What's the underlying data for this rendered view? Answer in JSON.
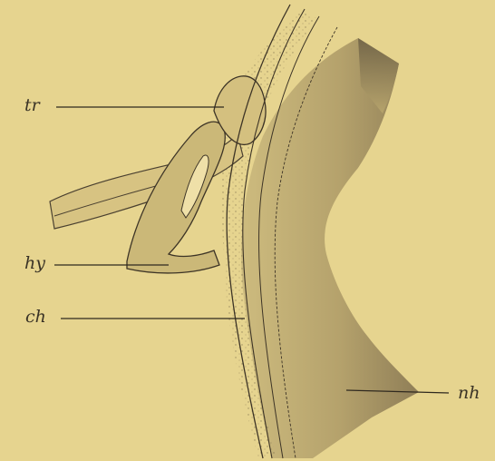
{
  "figure": {
    "labels": {
      "tr": "tr",
      "hy": "hy",
      "ch": "ch",
      "nh": "nh"
    },
    "colors": {
      "paper": "#e6d48f",
      "ink": "#3a3326",
      "tissue_dark": "#8a7a55",
      "tissue_mid": "#b9a670",
      "tissue_light": "#d8c688"
    }
  }
}
